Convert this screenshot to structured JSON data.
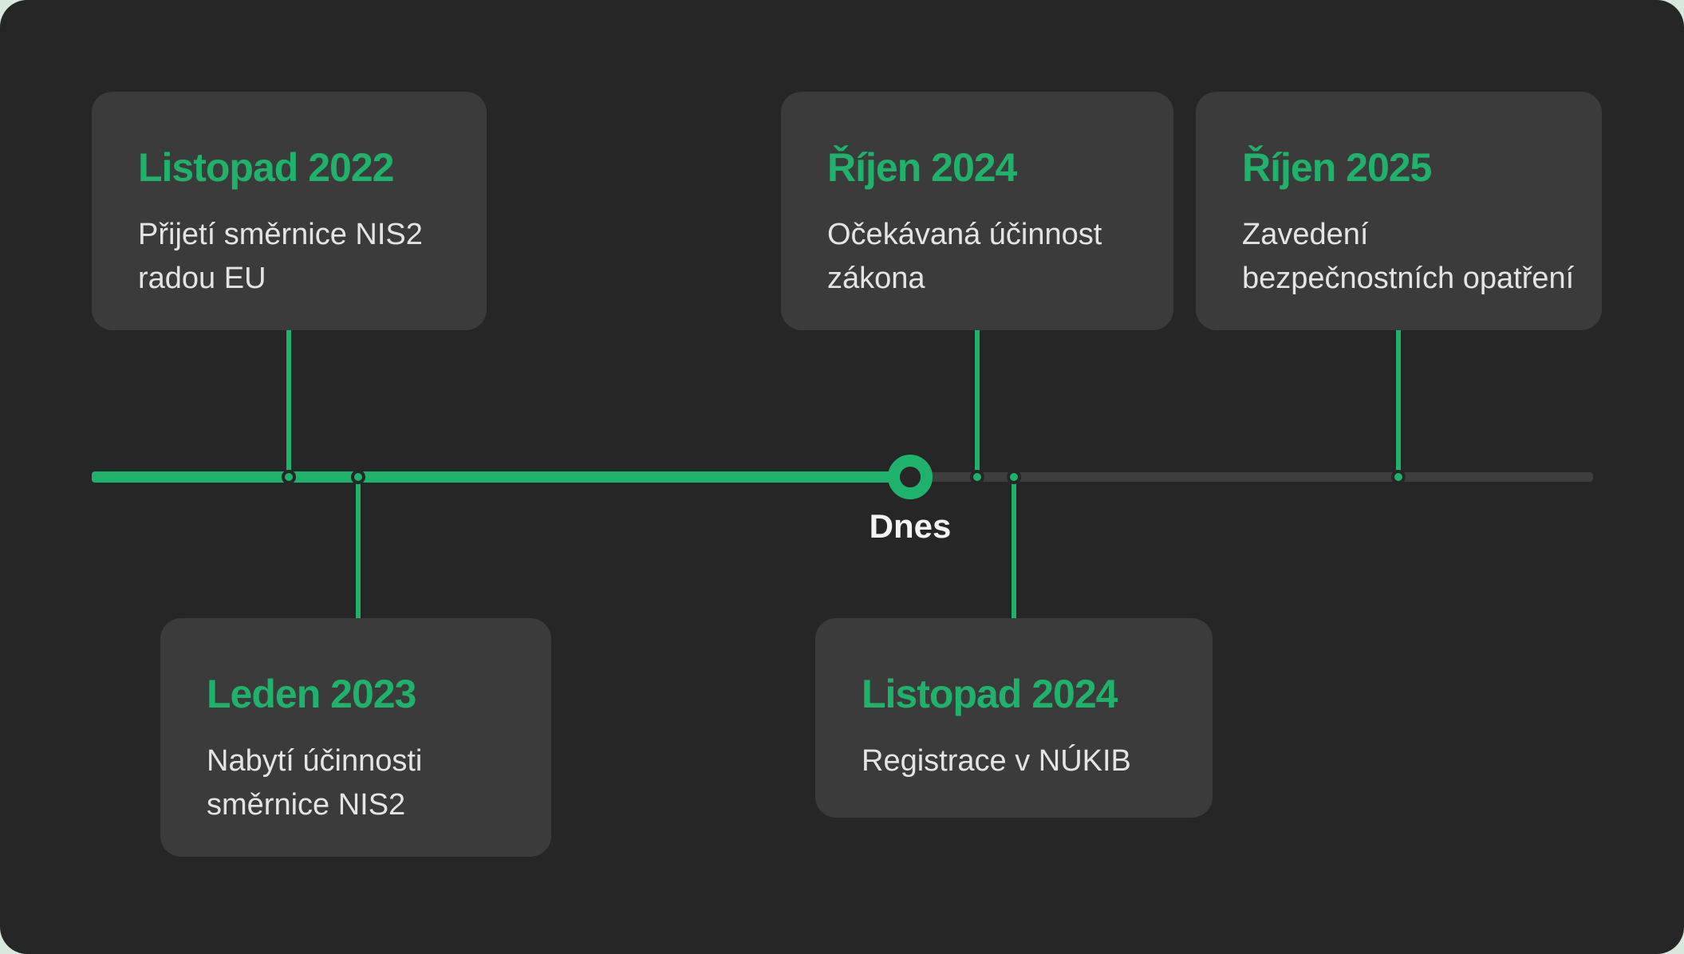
{
  "theme": {
    "page_bg": "#d9e8dc",
    "panel_bg": "#262626",
    "card_bg": "#3b3b3b",
    "accent": "#1fb26a",
    "track_color": "#3e3e3e",
    "text_color": "#e4e4e4",
    "today_color": "#f4f4f4"
  },
  "today": {
    "label": "Dnes"
  },
  "events": [
    {
      "title": "Listopad 2022",
      "line1": "Přijetí směrnice NIS2",
      "line2": "radou EU",
      "position": "above",
      "status": "past"
    },
    {
      "title": "Leden 2023",
      "line1": "Nabytí účinnosti",
      "line2": "směrnice NIS2",
      "position": "below",
      "status": "past"
    },
    {
      "title": "Říjen 2024",
      "line1": "Očekávaná účinnost",
      "line2": "zákona",
      "position": "above",
      "status": "future"
    },
    {
      "title": "Listopad 2024",
      "line1": "Registrace v NÚKIB",
      "line2": "",
      "position": "below",
      "status": "future"
    },
    {
      "title": "Říjen 2025",
      "line1": "Zavedení",
      "line2": "bezpečnostních opatření",
      "position": "above",
      "status": "future"
    }
  ]
}
